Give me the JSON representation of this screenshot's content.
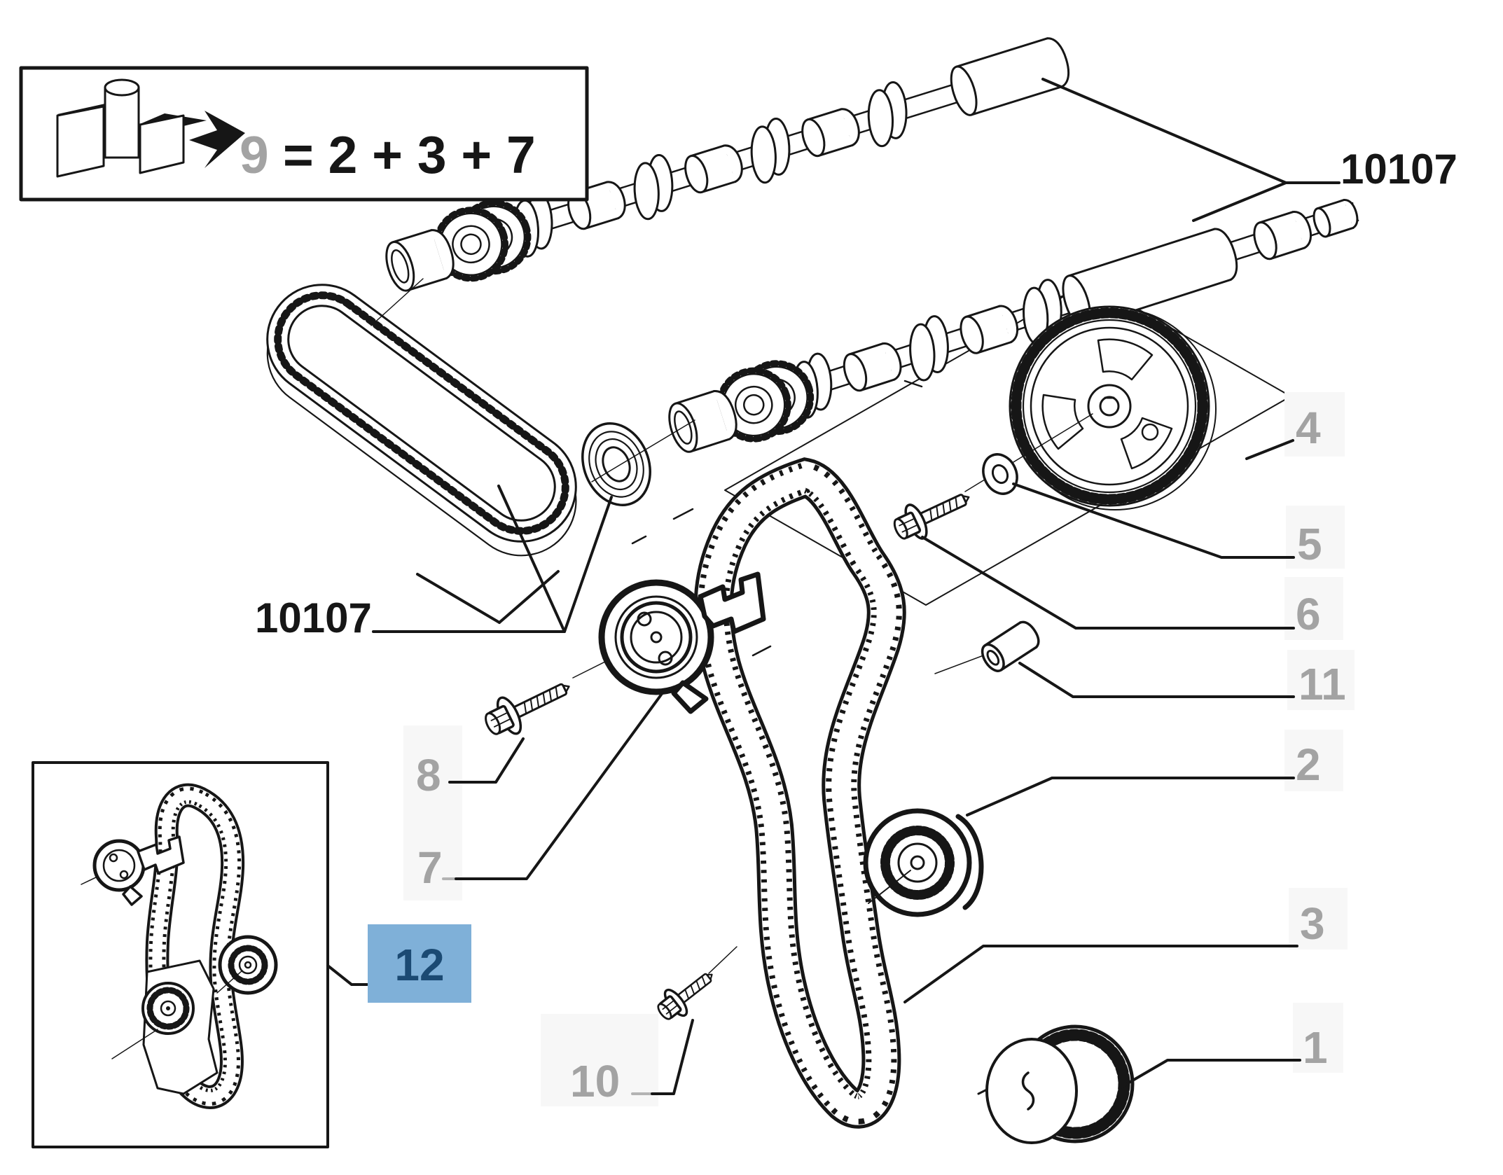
{
  "colors": {
    "ink": "#161616",
    "gray_label": "#a3a3a3",
    "accent_blue": "#7fb0d8",
    "navy": "#1b4a73",
    "faint_bg": "#f7f7f7",
    "leader_gray": "#b3b3b3",
    "paper": "#ffffff"
  },
  "legend_box": {
    "icon": "fiat-parts-icon",
    "kit_ref": "9",
    "formula": "= 2 + 3 + 7"
  },
  "callouts": {
    "camshafts_group": {
      "text": "10107"
    },
    "chain_group": {
      "text": "10107"
    },
    "cam_gear": {
      "text": "4"
    },
    "washer": {
      "text": "5"
    },
    "cam_gear_bolt": {
      "text": "6"
    },
    "spacer_sleeve": {
      "text": "11"
    },
    "idler_pulley": {
      "text": "2"
    },
    "timing_belt": {
      "text": "3"
    },
    "crank_sprocket": {
      "text": "1"
    },
    "tensioner_bolt": {
      "text": "8"
    },
    "belt_tensioner": {
      "text": "7"
    },
    "idler_bolt": {
      "text": "10"
    },
    "belt_kit": {
      "text": "12"
    }
  }
}
